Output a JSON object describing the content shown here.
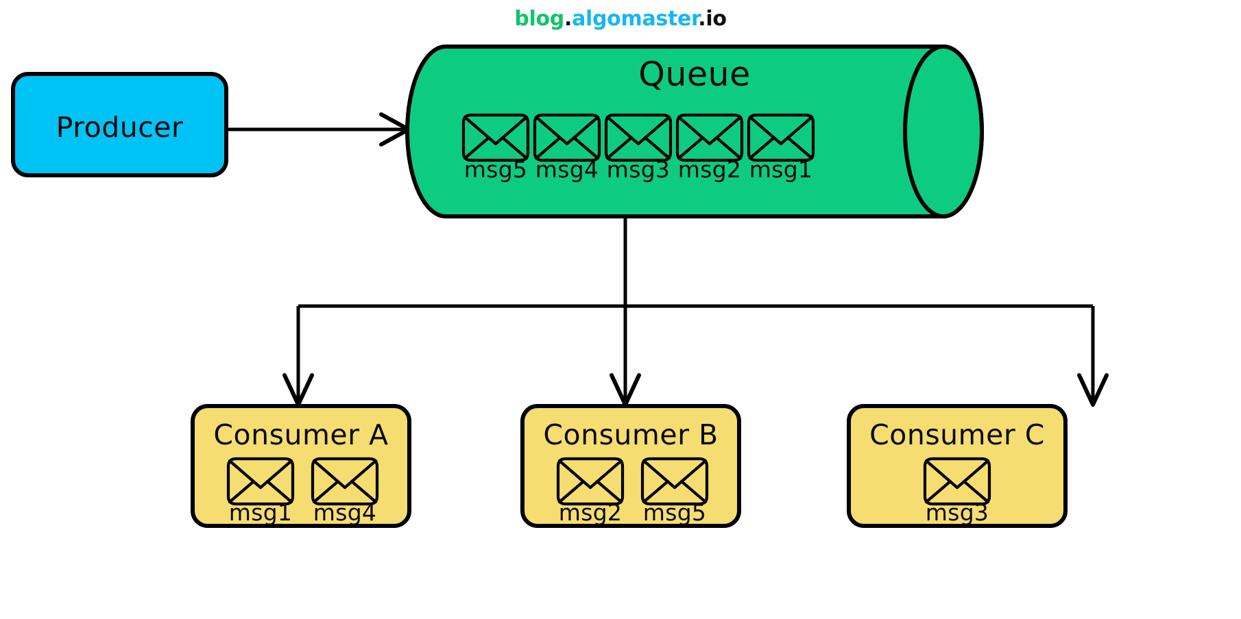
{
  "watermark": {
    "part1": "blog",
    "dot1": ".",
    "part2": "algomaster",
    "dot2": ".",
    "part3": "io",
    "color_part1": "#12c46b",
    "color_part2": "#18b6f0",
    "color_part3": "#111111"
  },
  "colors": {
    "producer_fill": "#00c3f5",
    "queue_fill": "#0ecb82",
    "consumer_fill": "#f5dd72",
    "stroke": "#000000",
    "background": "#ffffff"
  },
  "producer": {
    "label": "Producer"
  },
  "queue": {
    "label": "Queue",
    "messages": [
      {
        "label": "msg5",
        "icon": "envelope-icon"
      },
      {
        "label": "msg4",
        "icon": "envelope-icon"
      },
      {
        "label": "msg3",
        "icon": "envelope-icon"
      },
      {
        "label": "msg2",
        "icon": "envelope-icon"
      },
      {
        "label": "msg1",
        "icon": "envelope-icon"
      }
    ]
  },
  "consumers": [
    {
      "label": "Consumer A",
      "messages": [
        {
          "label": "msg1",
          "icon": "envelope-icon"
        },
        {
          "label": "msg4",
          "icon": "envelope-icon"
        }
      ]
    },
    {
      "label": "Consumer B",
      "messages": [
        {
          "label": "msg2",
          "icon": "envelope-icon"
        },
        {
          "label": "msg5",
          "icon": "envelope-icon"
        }
      ]
    },
    {
      "label": "Consumer C",
      "messages": [
        {
          "label": "msg3",
          "icon": "envelope-icon"
        }
      ]
    }
  ],
  "connectors": [
    {
      "name": "producer-to-queue-arrow",
      "kind": "arrow-right"
    },
    {
      "name": "queue-to-bus-line",
      "kind": "line-vertical"
    },
    {
      "name": "fanout-bus",
      "kind": "line-horizontal"
    },
    {
      "name": "bus-to-consumer-a-arrow",
      "kind": "arrow-down"
    },
    {
      "name": "bus-to-consumer-b-arrow",
      "kind": "arrow-down"
    },
    {
      "name": "bus-to-consumer-c-arrow",
      "kind": "arrow-down"
    }
  ]
}
